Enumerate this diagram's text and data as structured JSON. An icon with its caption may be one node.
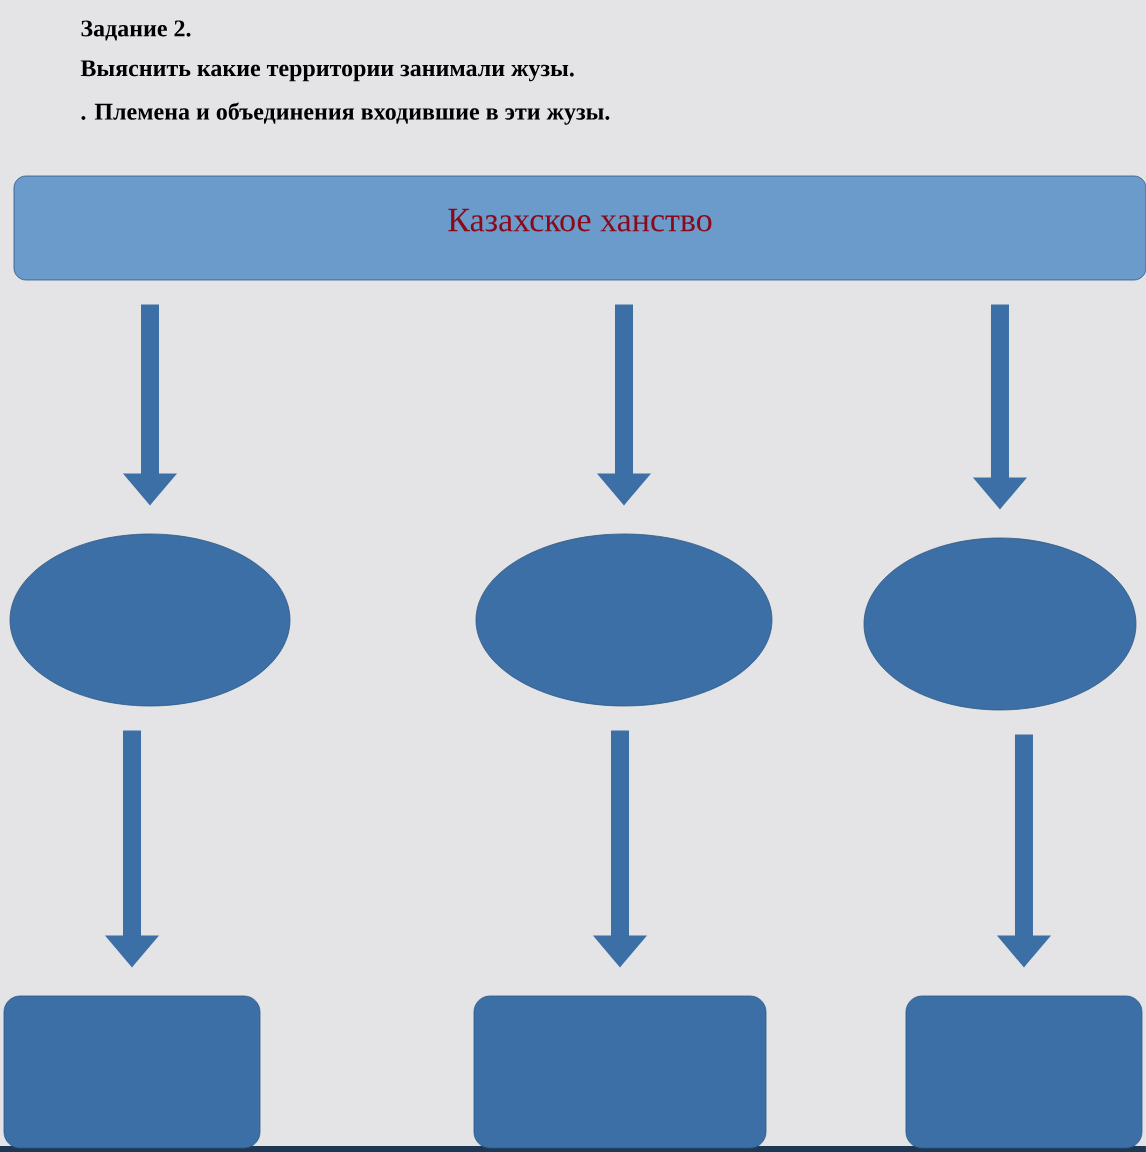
{
  "diagram": {
    "title": "Задание 2.",
    "nodes": [
      {
        "text": [
          "Казахское ханство"
        ]
      },
      {
        "text": [],
        "shape": "ellipse"
      },
      {
        "text": [],
        "shape": "ellipse"
      },
      {
        "text": [],
        "shape": "ellipse"
      },
      {
        "text": [],
        "shape": "box"
      },
      {
        "text": [],
        "shape": "box"
      },
      {
        "text": [],
        "shape": "box"
      }
    ],
    "edges": [
      {
        "from": 0,
        "to": 1,
        "arrow": "to"
      },
      {
        "from": 0,
        "to": 2,
        "arrow": "to"
      },
      {
        "from": 0,
        "to": 3,
        "arrow": "to"
      },
      {
        "from": 1,
        "to": 4,
        "arrow": "to"
      },
      {
        "from": 2,
        "to": 5,
        "arrow": "to"
      },
      {
        "from": 3,
        "to": 6,
        "arrow": "to"
      }
    ],
    "labels": [
      "Выяснить какие территории занимали жузы.",
      ". Племена и объединения входившие в эти жузы."
    ]
  }
}
